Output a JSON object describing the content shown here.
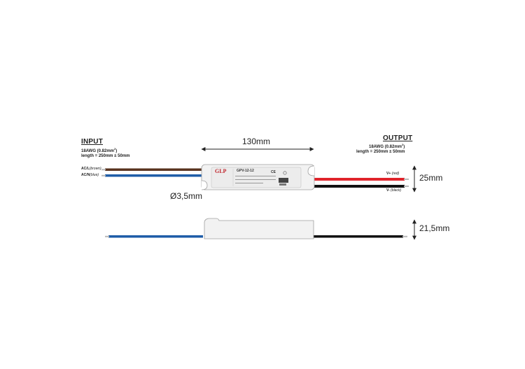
{
  "input": {
    "title": "INPUT",
    "gauge_prefix": "18AWG (0.82mm",
    "gauge_sup": "2",
    "gauge_suffix": ")",
    "length": "length = 250mm ± 50mm",
    "wire_brown": "AC/L",
    "wire_brown_color": "(brown)",
    "wire_blue": "AC/N",
    "wire_blue_color": "(blue)"
  },
  "output": {
    "title": "OUTPUT",
    "gauge_prefix": "18AWG (0.82mm",
    "gauge_sup": "2",
    "gauge_suffix": ")",
    "length": "length = 250mm ± 50mm",
    "wire_red": "V+",
    "wire_red_color": "(red)",
    "wire_black": "V-",
    "wire_black_color": "(black)"
  },
  "dimensions": {
    "length": "130mm",
    "width": "25mm",
    "height": "21,5mm",
    "cable_diameter": "Ø3,5mm"
  },
  "device": {
    "brand": "GLP",
    "model": "GPV-12-12",
    "ce_mark": "CE"
  },
  "colors": {
    "brown": "#5a3420",
    "blue": "#1f5da8",
    "red": "#e0242b",
    "black": "#111111",
    "device_body": "#f2f2f2"
  }
}
